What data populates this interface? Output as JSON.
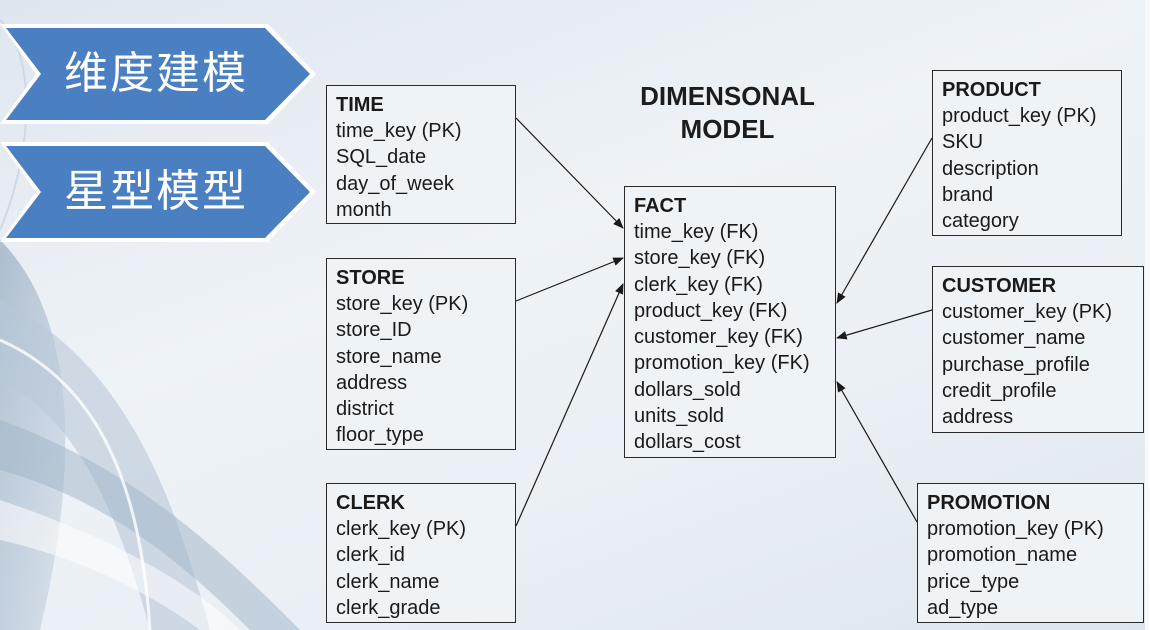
{
  "tags": [
    "维度建模",
    "星型模型"
  ],
  "title": "DIMENSONAL\nMODEL",
  "entities": {
    "time": {
      "name": "TIME",
      "fields": [
        "time_key (PK)",
        "SQL_date",
        "day_of_week",
        "month"
      ]
    },
    "store": {
      "name": "STORE",
      "fields": [
        "store_key (PK)",
        "store_ID",
        "store_name",
        "address",
        "district",
        "floor_type"
      ]
    },
    "clerk": {
      "name": "CLERK",
      "fields": [
        "clerk_key (PK)",
        "clerk_id",
        "clerk_name",
        "clerk_grade"
      ]
    },
    "fact": {
      "name": "FACT",
      "fields": [
        "time_key (FK)",
        "store_key (FK)",
        "clerk_key (FK)",
        "product_key (FK)",
        "customer_key (FK)",
        "promotion_key (FK)",
        "dollars_sold",
        "units_sold",
        "dollars_cost"
      ]
    },
    "product": {
      "name": "PRODUCT",
      "fields": [
        "product_key (PK)",
        "SKU",
        "description",
        "brand",
        "category"
      ]
    },
    "customer": {
      "name": "CUSTOMER",
      "fields": [
        "customer_key (PK)",
        "customer_name",
        "purchase_profile",
        "credit_profile",
        "address"
      ]
    },
    "promotion": {
      "name": "PROMOTION",
      "fields": [
        "promotion_key (PK)",
        "promotion_name",
        "price_type",
        "ad_type"
      ]
    }
  },
  "colors": {
    "tag_fill": "#4a7fc1",
    "tag_edge": "#ffffff",
    "border": "#2a2a2a"
  }
}
